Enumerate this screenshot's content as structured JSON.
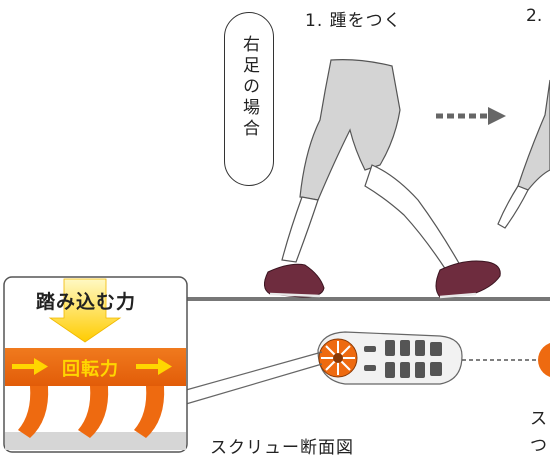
{
  "side_label": "右足の場合",
  "steps": {
    "step1": "1. 踵をつく",
    "step2": "2."
  },
  "inset": {
    "force_label": "踏み込む力",
    "rotation_label": "回転力"
  },
  "caption": "スクリュー断面図",
  "cut_text": {
    "line1": "ス",
    "line2": "つ"
  },
  "colors": {
    "orange": "#ee6a10",
    "yellow": "#ffd600",
    "leg_gray": "#d4d4d4",
    "shoe_maroon": "#6e2c3e",
    "ground": "#777777"
  }
}
